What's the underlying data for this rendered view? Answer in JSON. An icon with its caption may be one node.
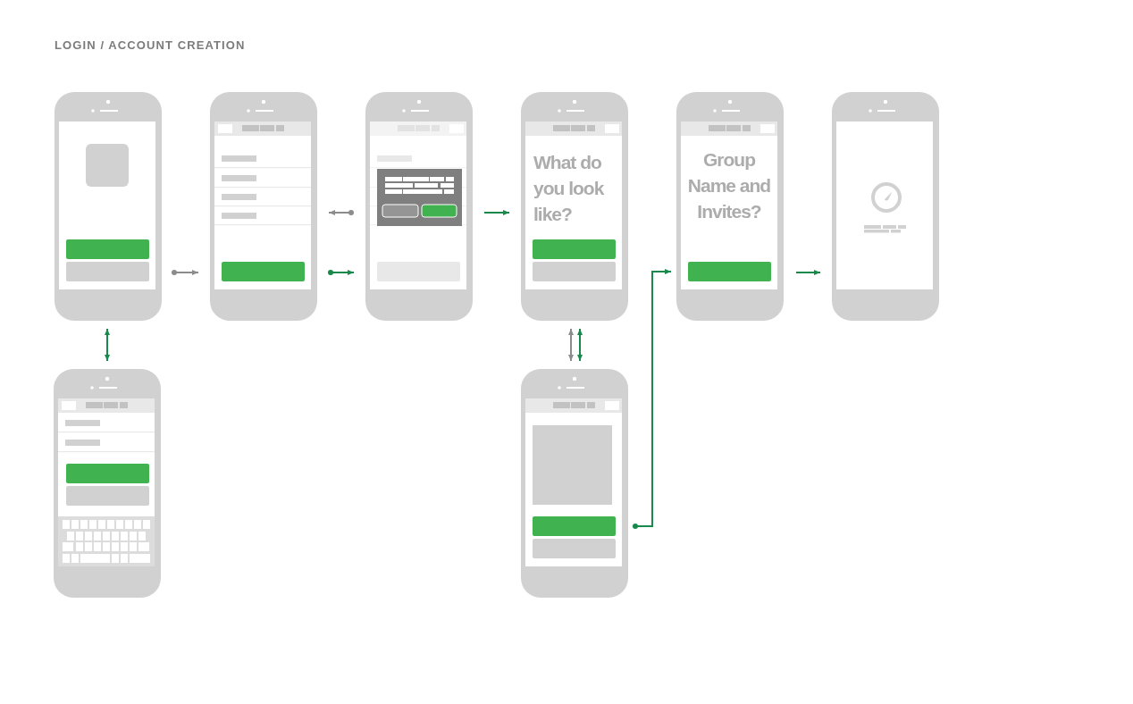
{
  "diagram": {
    "title": "LOGIN / ACCOUNT CREATION",
    "nodes": [
      {
        "text": [],
        "shape": "picture"
      },
      {
        "text": [],
        "shape": "picture"
      },
      {
        "text": [],
        "shape": "picture"
      },
      {
        "text": [
          "What do you look like?"
        ]
      },
      {
        "text": [
          "Group Name and Invites?"
        ]
      },
      {
        "text": [],
        "shape": "picture"
      },
      {
        "text": [],
        "shape": "picture"
      },
      {
        "text": [],
        "shape": "picture"
      }
    ],
    "edges": [
      {
        "from": 0,
        "to": 1,
        "arrow": "to",
        "color": "#8c8c8c"
      },
      {
        "from": 2,
        "to": 1,
        "arrow": "to",
        "color": "#8c8c8c"
      },
      {
        "from": 1,
        "to": 2,
        "arrow": "to"
      },
      {
        "from": 2,
        "to": 3,
        "arrow": "to"
      },
      {
        "from": 0,
        "to": 6,
        "arrow": "both"
      },
      {
        "from": 3,
        "to": 7,
        "arrow": "both",
        "color": "#8c8c8c"
      },
      {
        "from": 3,
        "to": 7,
        "arrow": "both"
      },
      {
        "from": 7,
        "to": 4,
        "arrow": "to"
      },
      {
        "from": 4,
        "to": 5,
        "arrow": "to"
      }
    ]
  }
}
